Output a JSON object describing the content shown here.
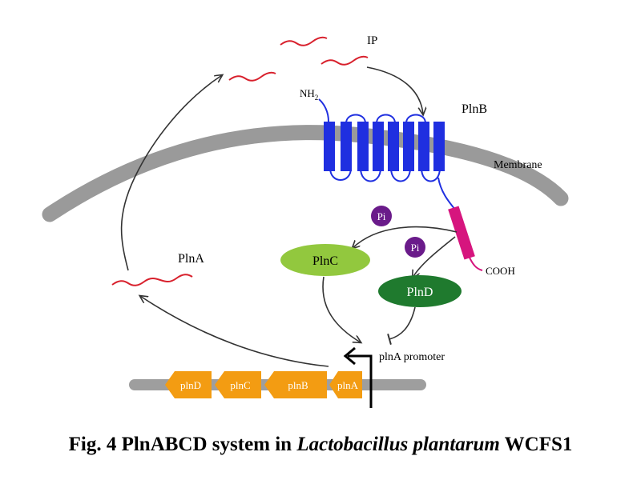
{
  "labels": {
    "ip": "IP",
    "nh2_base": "NH",
    "nh2_sub": "2",
    "plnb": "PlnB",
    "membrane": "Membrane",
    "pi_1": "Pi",
    "pi_2": "Pi",
    "plnc": "PlnC",
    "plnd": "PlnD",
    "cooh": "COOH",
    "plna": "PlnA",
    "promoter": "plnA promoter"
  },
  "genes": [
    {
      "label": "plnD"
    },
    {
      "label": "plnC"
    },
    {
      "label": "plnB"
    },
    {
      "label": "plnA"
    }
  ],
  "caption": {
    "prefix": "Fig. 4 PlnABCD system in ",
    "species": "Lactobacillus plantarum",
    "suffix": " WCFS1"
  },
  "colors": {
    "peptide": "#d8202c",
    "protein_chain": "#1f2fe0",
    "membrane": "#9a9a9a",
    "kinase_domain": "#d6157e",
    "phosphate": "#6a1b8a",
    "plnc": "#92c83e",
    "plnd": "#1f7a2e",
    "gene": "#f39c12",
    "dna": "#9e9e9e"
  }
}
